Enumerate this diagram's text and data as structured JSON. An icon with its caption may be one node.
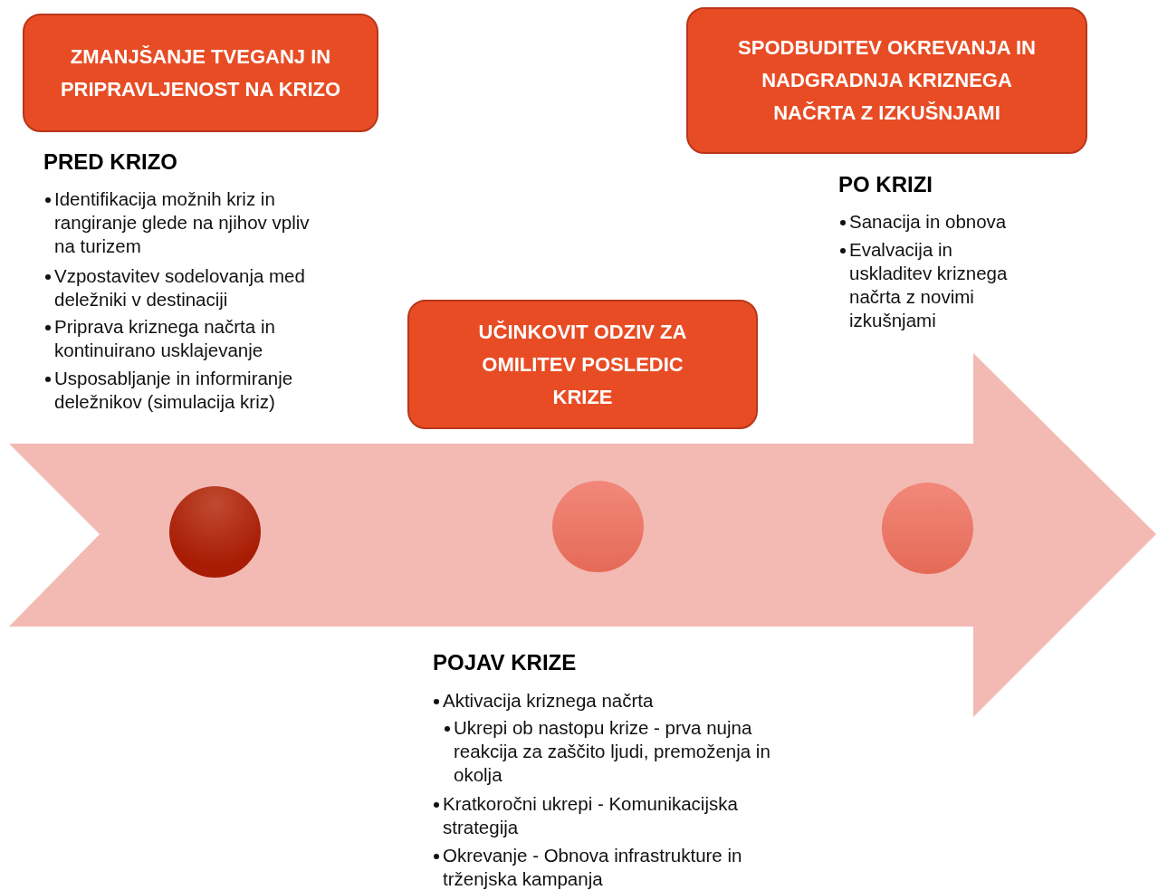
{
  "diagram": {
    "nodes": [
      {
        "text": [
          "ZMANJŠANJE TVEGANJ IN PRIPRAVLJENOST NA KRIZO"
        ]
      },
      {
        "text": [
          "SPODBUDITEV OKREVANJA IN NADGRADNJA KRIZNEGA NAČRTA Z IZKUŠNJAMI"
        ]
      },
      {
        "text": [
          "UČINKOVIT ODZIV ZA OMILITEV POSLEDIC KRIZE"
        ]
      },
      {
        "text": [],
        "shape": "arrow"
      },
      {
        "text": [],
        "shape": "circle",
        "in": 3
      },
      {
        "text": [],
        "shape": "circle",
        "in": 3
      },
      {
        "text": [],
        "shape": "circle",
        "in": 3
      }
    ],
    "labels": [
      "PRED KRIZO",
      "Identifikacija možnih kriz in rangiranje glede na njihov vpliv na turizem",
      "Vzpostavitev sodelovanja med deležniki v destinaciji",
      "Priprava kriznega načrta in kontinuirano usklajevanje",
      "Usposabljanje in informiranje deležnikov (simulacija kriz)",
      "PO KRIZI",
      "Sanacija in obnova",
      "Evalvacija in uskladitev kriznega načrta z novimi izkušnjami",
      "POJAV KRIZE",
      "Aktivacija kriznega načrta",
      "Ukrepi ob nastopu krize - prva nujna reakcija za zaščito ljudi, premoženja in okolja",
      "Kratkoročni ukrepi - Komunikacijska strategija",
      "Okrevanje - Obnova infrastrukture in trženjska kampanja"
    ]
  }
}
